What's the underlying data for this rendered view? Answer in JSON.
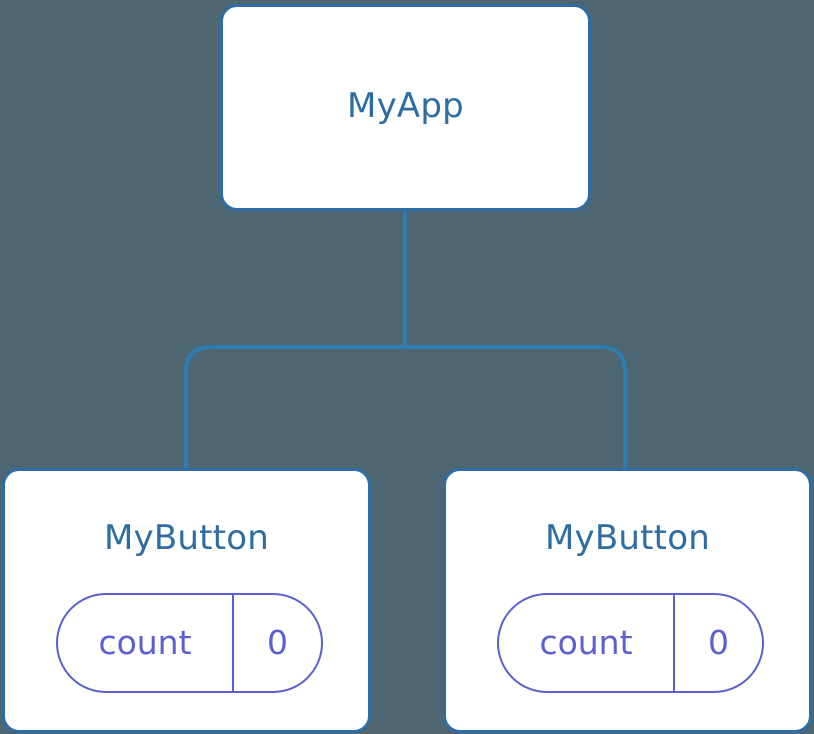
{
  "diagram": {
    "background_color": "#4d6672",
    "node_border_color": "#2e6da4",
    "node_background_color": "#ffffff",
    "node_title_color": "#2e6da4",
    "state_color": "#5b5fd0",
    "edge_color": "#2e7cb0",
    "root": {
      "title": "MyApp"
    },
    "children": [
      {
        "title": "MyButton",
        "state": {
          "key": "count",
          "value": "0"
        }
      },
      {
        "title": "MyButton",
        "state": {
          "key": "count",
          "value": "0"
        }
      }
    ]
  }
}
